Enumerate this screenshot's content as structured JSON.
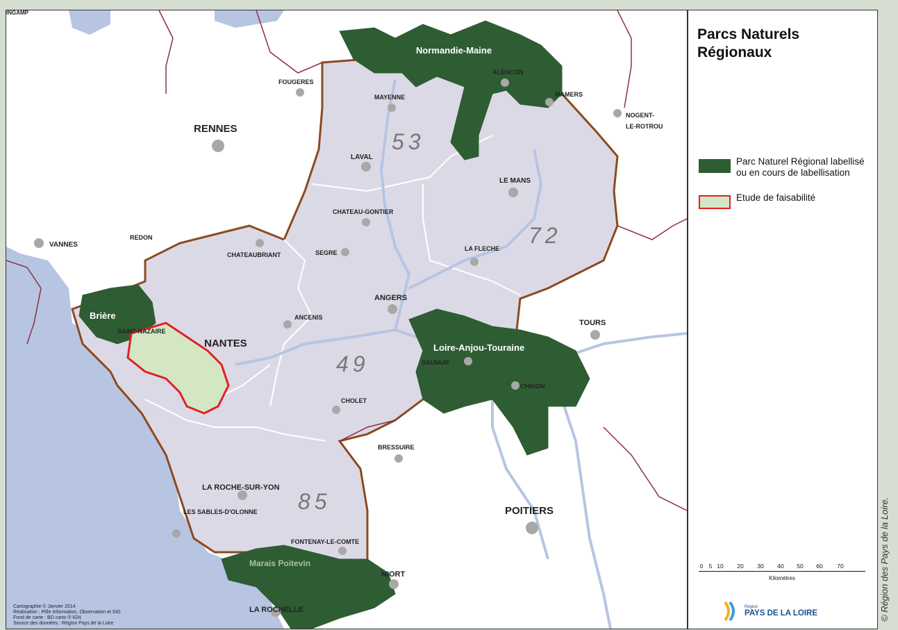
{
  "legend": {
    "title": "Parcs Naturels Régionaux",
    "items": [
      {
        "label": "Parc Naturel Régional labellisé ou en cours de labellisation",
        "fill": "#2e5d33",
        "border": "#2e5d33"
      },
      {
        "label": "Etude de faisabilité",
        "fill": "#d4e7c5",
        "border": "#e21f26"
      }
    ]
  },
  "scale": {
    "ticks": [
      "0",
      "5",
      "10",
      "20",
      "30",
      "40",
      "50",
      "60",
      "70"
    ],
    "unit": "Kilomètres"
  },
  "logo": {
    "small": "Région",
    "big": "PAYS DE LA LOIRE"
  },
  "credits": [
    "Cartographie © Janvier 2014",
    "Réalisation : Pôle Information, Observation et SIG",
    "Fond de carte : BD carto ® IGN",
    "Source des données : Région Pays de la Loire"
  ],
  "copyright": "© Région des Pays de la Loire.",
  "map": {
    "colors": {
      "region": "#dcd9e6",
      "border": "#8b4a1f",
      "water": "#b7c5e3",
      "park": "#2e5d33",
      "study": "#d4e7c5",
      "study_border": "#e21f26",
      "dept_line": "#ffffff",
      "city": "#a8a8a8"
    },
    "departments": [
      "53",
      "72",
      "49",
      "85"
    ],
    "parks": [
      "Normandie-Maine",
      "Brière",
      "Loire-Anjou-Touraine",
      "Marais Poitevin"
    ],
    "cities_large": [
      "RENNES",
      "NANTES",
      "POITIERS"
    ],
    "cities": [
      "INGAMP",
      "FOUGERES",
      "MAYENNE",
      "ALENCON",
      "MAMERS",
      "NOGENT-",
      "LE-ROTROU",
      "LAVAL",
      "LE MANS",
      "CHATEAU-GONTIER",
      "REDON",
      "VANNES",
      "CHATEAUBRIANT",
      "SEGRE",
      "LA FLECHE",
      "ANGERS",
      "ANCENIS",
      "SAINT-NAZAIRE",
      "TOURS",
      "SAUMUR",
      "CHINON",
      "CHOLET",
      "BRESSUIRE",
      "LA ROCHE-SUR-YON",
      "LES SABLES-D'OLONNE",
      "FONTENAY-LE-COMTE",
      "NIORT",
      "LA ROCHELLE"
    ]
  }
}
